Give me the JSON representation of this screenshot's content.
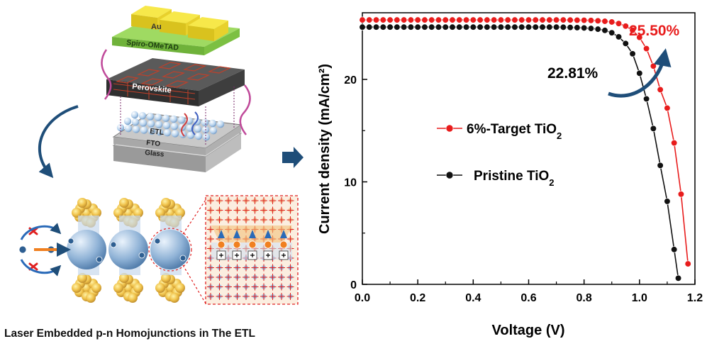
{
  "device": {
    "layers": [
      "Au",
      "Spiro-OMeTAD",
      "Perovskite",
      "ETL",
      "FTO",
      "Glass"
    ]
  },
  "caption": "Laser Embedded p-n Homojunctions in The ETL",
  "colors": {
    "target": "#e81c1c",
    "pristine": "#111111",
    "arrow_blue": "#1f4e79",
    "au": "#f2e03a",
    "spiro": "#8fd14f",
    "perovskite": "#3b3b3b",
    "lattice_red": "#e02020",
    "lattice_blue": "#9dbde0"
  },
  "chart_data": {
    "type": "line",
    "xlabel": "Voltage (V)",
    "ylabel": "Current density (mA/cm²)",
    "xlim": [
      0.0,
      1.2
    ],
    "ylim": [
      0,
      26.5
    ],
    "xticks": [
      "0.0",
      "0.2",
      "0.4",
      "0.6",
      "0.8",
      "1.0",
      "1.2"
    ],
    "yticks": [
      "0",
      "10",
      "20"
    ],
    "series": [
      {
        "name": "6%-Target TiO₂",
        "color": "#e81c1c",
        "x": [
          0.0,
          0.025,
          0.05,
          0.075,
          0.1,
          0.125,
          0.15,
          0.175,
          0.2,
          0.225,
          0.25,
          0.275,
          0.3,
          0.325,
          0.35,
          0.375,
          0.4,
          0.425,
          0.45,
          0.475,
          0.5,
          0.525,
          0.55,
          0.575,
          0.6,
          0.625,
          0.65,
          0.675,
          0.7,
          0.725,
          0.75,
          0.775,
          0.8,
          0.825,
          0.85,
          0.875,
          0.9,
          0.925,
          0.95,
          0.975,
          1.0,
          1.025,
          1.05,
          1.075,
          1.1,
          1.125,
          1.15,
          1.175
        ],
        "y": [
          25.8,
          25.8,
          25.8,
          25.8,
          25.8,
          25.8,
          25.8,
          25.8,
          25.8,
          25.8,
          25.8,
          25.8,
          25.8,
          25.8,
          25.8,
          25.8,
          25.8,
          25.8,
          25.8,
          25.8,
          25.8,
          25.8,
          25.8,
          25.8,
          25.8,
          25.8,
          25.8,
          25.8,
          25.8,
          25.8,
          25.79,
          25.78,
          25.77,
          25.75,
          25.72,
          25.67,
          25.6,
          25.45,
          25.2,
          24.8,
          24.1,
          23.0,
          21.3,
          19.0,
          17.2,
          13.8,
          8.8,
          2.0
        ]
      },
      {
        "name": "Pristine TiO₂",
        "color": "#111111",
        "x": [
          0.0,
          0.025,
          0.05,
          0.075,
          0.1,
          0.125,
          0.15,
          0.175,
          0.2,
          0.225,
          0.25,
          0.275,
          0.3,
          0.325,
          0.35,
          0.375,
          0.4,
          0.425,
          0.45,
          0.475,
          0.5,
          0.525,
          0.55,
          0.575,
          0.6,
          0.625,
          0.65,
          0.675,
          0.7,
          0.725,
          0.75,
          0.775,
          0.8,
          0.825,
          0.85,
          0.875,
          0.9,
          0.925,
          0.95,
          0.975,
          1.0,
          1.025,
          1.05,
          1.075,
          1.1,
          1.125,
          1.14
        ],
        "y": [
          25.1,
          25.1,
          25.1,
          25.1,
          25.1,
          25.1,
          25.1,
          25.1,
          25.1,
          25.1,
          25.1,
          25.1,
          25.1,
          25.1,
          25.1,
          25.1,
          25.1,
          25.1,
          25.1,
          25.1,
          25.1,
          25.1,
          25.1,
          25.1,
          25.1,
          25.1,
          25.1,
          25.1,
          25.1,
          25.09,
          25.07,
          25.05,
          25.02,
          24.97,
          24.9,
          24.78,
          24.55,
          24.15,
          23.5,
          22.5,
          20.6,
          18.1,
          15.2,
          11.6,
          8.1,
          3.4,
          0.6
        ]
      }
    ],
    "legend": [
      {
        "text": "6%-Target TiO",
        "sub": "2"
      },
      {
        "text": "Pristine TiO",
        "sub": "2"
      }
    ],
    "annotations": {
      "target": "25.50%",
      "pristine": "22.81%"
    },
    "legend_position": "center-left",
    "grid": false
  }
}
